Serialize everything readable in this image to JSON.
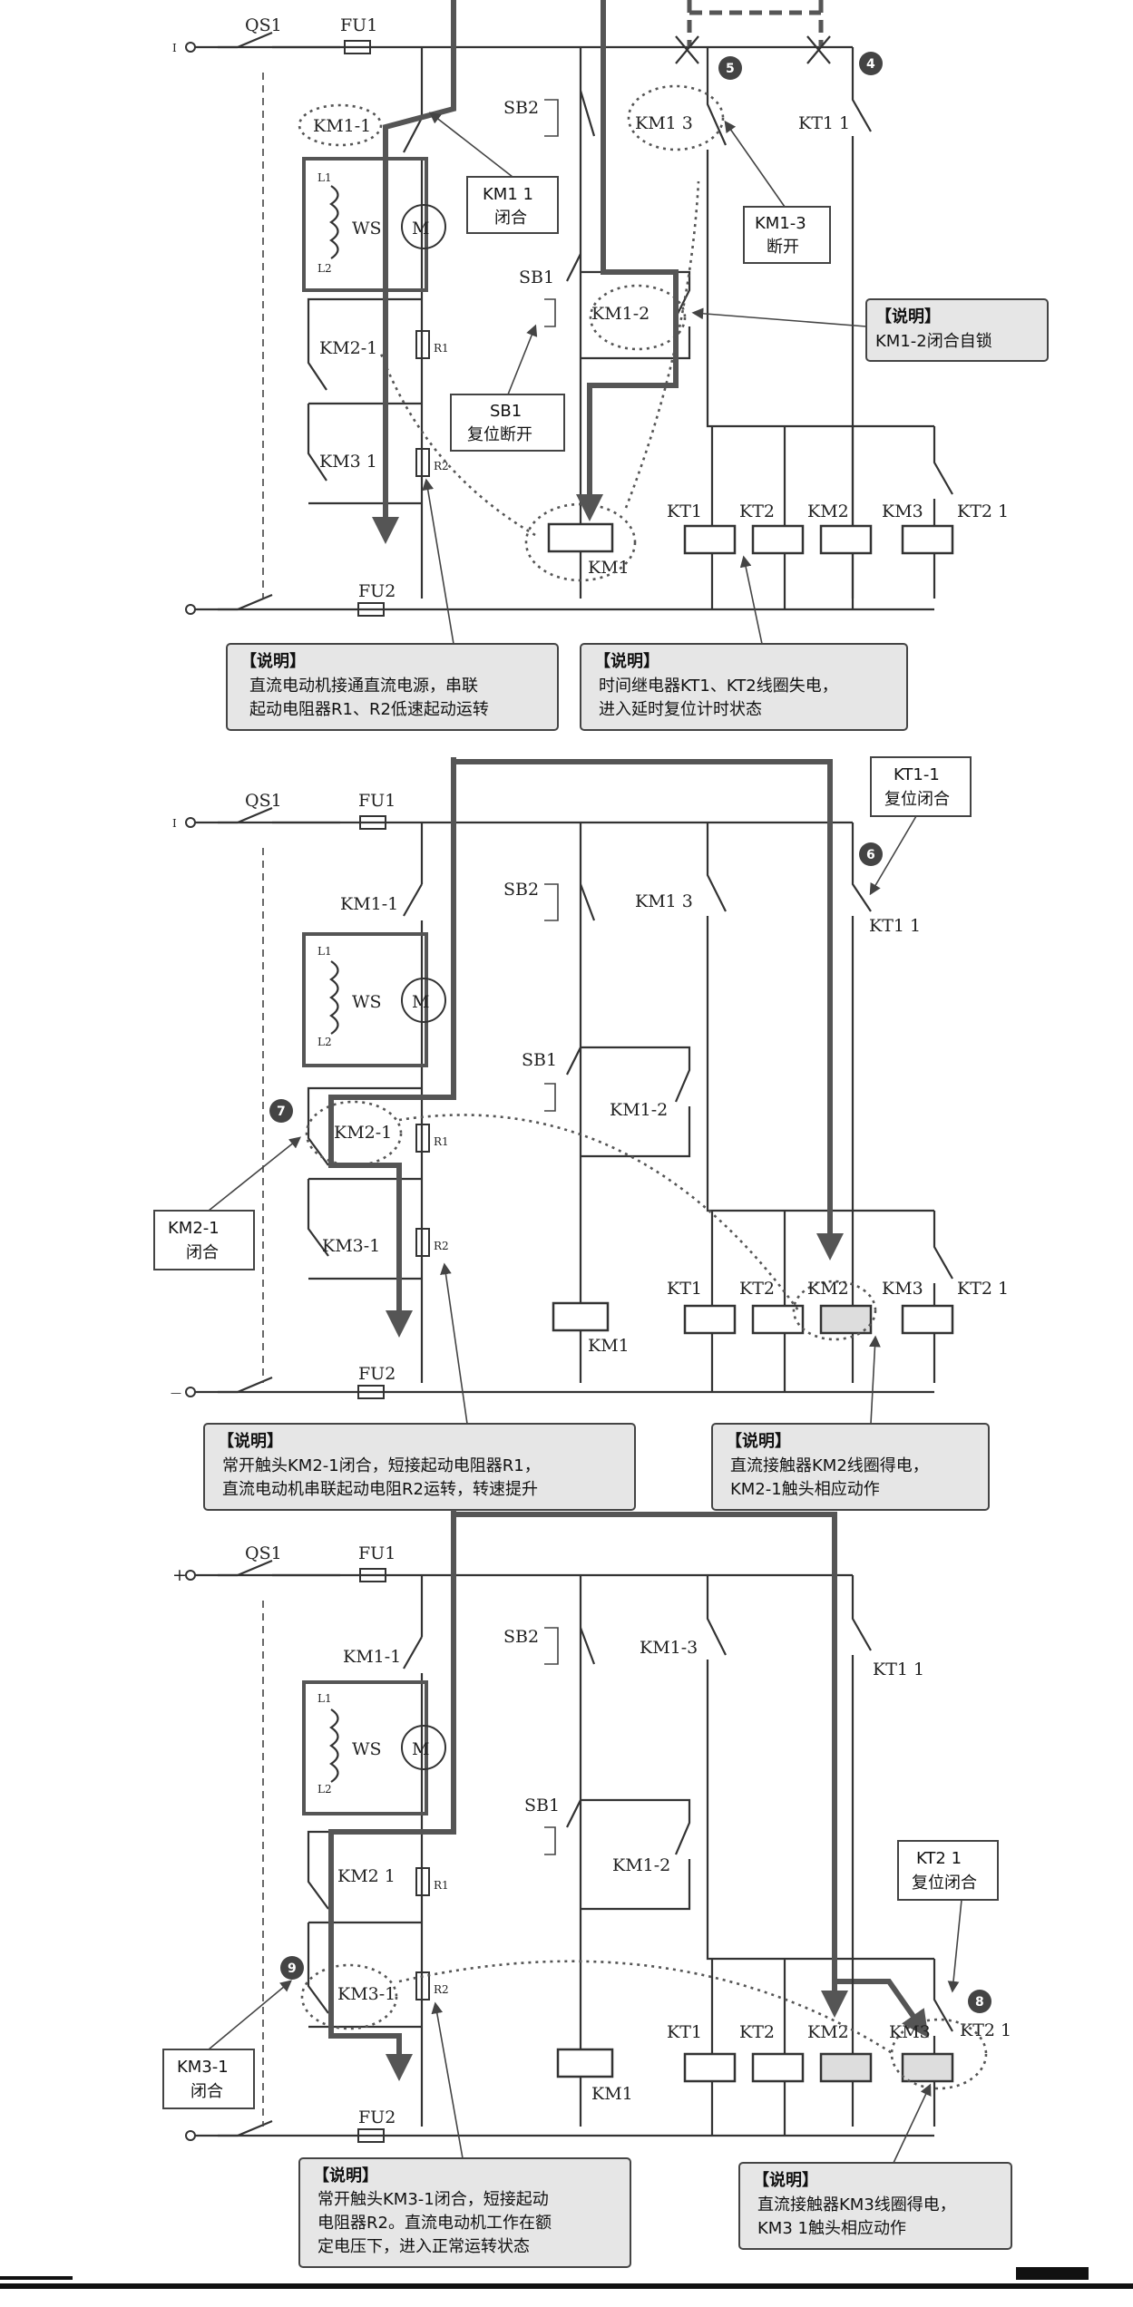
{
  "panels": [
    {
      "labels": {
        "qs1": "QS1",
        "fu1": "FU1",
        "fu2": "FU2",
        "plus": "I",
        "km1_1": "KM1-1",
        "ws": "WS",
        "motor": "M",
        "l1": "L1",
        "l2": "L2",
        "km2_1": "KM2-1",
        "km3_1": "KM3  1",
        "r1": "R1",
        "r2": "R2",
        "sb2": "SB2",
        "km1_3": "KM1  3",
        "sb1": "SB1",
        "km1_2": "KM1-2",
        "kt1_1": "KT1  1",
        "kt2_1": "KT2  1",
        "coil_kt1": "KT1",
        "coil_kt2": "KT2",
        "coil_km2": "KM2",
        "coil_km3": "KM3",
        "coil_km1": "KM1"
      },
      "badges": [
        "5",
        "4"
      ],
      "callouts": [
        {
          "lines": [
            "KM1  1",
            "闭合"
          ]
        },
        {
          "lines": [
            "KM1-3",
            "断开"
          ]
        },
        {
          "lines": [
            "SB1",
            "复位断开"
          ]
        }
      ],
      "notes": [
        {
          "title": "【说明】",
          "lines": [
            "KM1-2闭合自锁"
          ]
        },
        {
          "title": "【说明】",
          "lines": [
            "直流电动机接通直流电源，串联",
            "起动电阻器R1、R2低速起动运转"
          ]
        },
        {
          "title": "【说明】",
          "lines": [
            "时间继电器KT1、KT2线圈失电，",
            "进入延时复位计时状态"
          ]
        }
      ]
    },
    {
      "labels": {
        "qs1": "QS1",
        "fu1": "FU1",
        "fu2": "FU2",
        "plus": "I",
        "minus": "—",
        "km1_1": "KM1-1",
        "ws": "WS",
        "motor": "M",
        "l1": "L1",
        "l2": "L2",
        "km2_1": "KM2-1",
        "km3_1": "KM3-1",
        "r1": "R1",
        "r2": "R2",
        "sb2": "SB2",
        "km1_3": "KM1  3",
        "sb1": "SB1",
        "km1_2": "KM1-2",
        "kt1_1": "KT1  1",
        "kt2_1": "KT2  1",
        "coil_kt1": "KT1",
        "coil_kt2": "KT2",
        "coil_km2": "KM2",
        "coil_km3": "KM3",
        "coil_km1": "KM1"
      },
      "badges": [
        "6",
        "7"
      ],
      "callouts": [
        {
          "lines": [
            "KT1-1",
            "复位闭合"
          ]
        },
        {
          "lines": [
            "KM2-1",
            "闭合"
          ]
        }
      ],
      "notes": [
        {
          "title": "【说明】",
          "lines": [
            "常开触头KM2-1闭合，短接起动电阻器R1，",
            "直流电动机串联起动电阻R2运转，转速提升"
          ]
        },
        {
          "title": "【说明】",
          "lines": [
            "直流接触器KM2线圈得电，",
            "KM2-1触头相应动作"
          ]
        }
      ]
    },
    {
      "labels": {
        "qs1": "QS1",
        "fu1": "FU1",
        "fu2": "FU2",
        "plus": "+",
        "km1_1": "KM1-1",
        "ws": "WS",
        "motor": "M",
        "l1": "L1",
        "l2": "L2",
        "km2_1": "KM2  1",
        "km3_1": "KM3-1",
        "r1": "R1",
        "r2": "R2",
        "sb2": "SB2",
        "km1_3": "KM1-3",
        "sb1": "SB1",
        "km1_2": "KM1-2",
        "kt1_1": "KT1  1",
        "kt2_1": "KT2  1",
        "coil_kt1": "KT1",
        "coil_kt2": "KT2",
        "coil_km2": "KM2",
        "coil_km3": "KM3",
        "coil_km1": "KM1"
      },
      "badges": [
        "9",
        "8"
      ],
      "callouts": [
        {
          "lines": [
            "KT2  1",
            "复位闭合"
          ]
        },
        {
          "lines": [
            "KM3-1",
            "闭合"
          ]
        }
      ],
      "notes": [
        {
          "title": "【说明】",
          "lines": [
            "常开触头KM3-1闭合，短接起动",
            "电阻器R2。直流电动机工作在额",
            "定电压下，进入正常运转状态"
          ]
        },
        {
          "title": "【说明】",
          "lines": [
            "直流接触器KM3线圈得电，",
            "KM3  1触头相应动作"
          ]
        }
      ]
    }
  ]
}
